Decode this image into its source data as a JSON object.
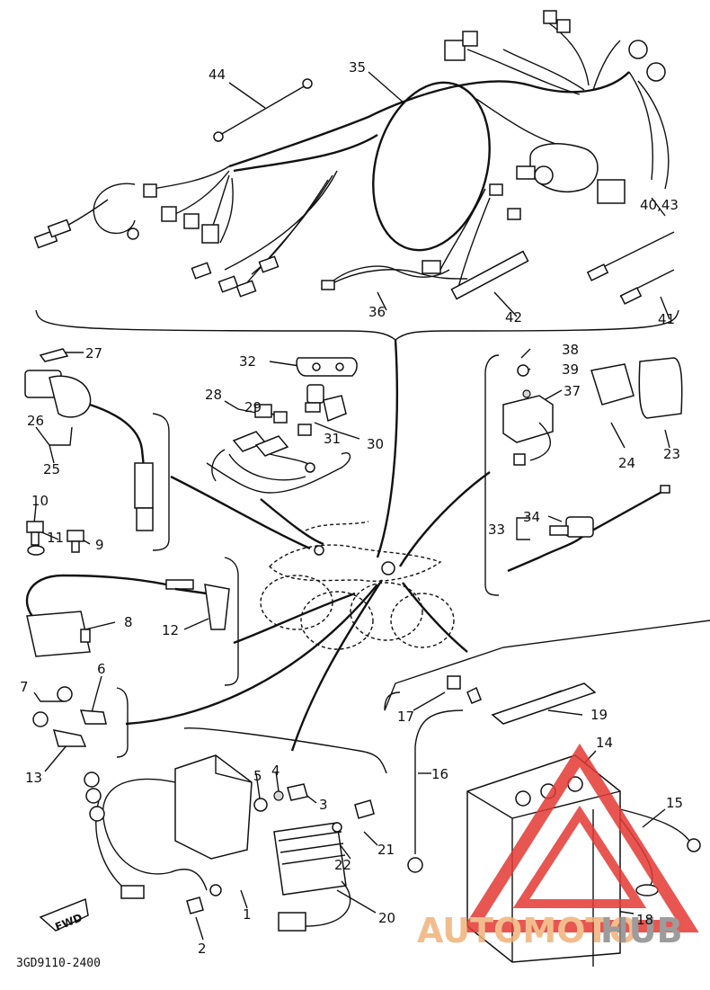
{
  "diagram": {
    "code": "3GD9110-2400",
    "fwd_label": "FWD",
    "watermark": {
      "word_a": "AUTOMOTO",
      "word_b": "HUB",
      "color_a": "#f0b27a",
      "color_b": "#8b8b8b",
      "triangle_color": "#e53935"
    },
    "callouts": {
      "c1": "1",
      "c2": "2",
      "c3": "3",
      "c4": "4",
      "c5": "5",
      "c6": "6",
      "c7": "7",
      "c8": "8",
      "c9": "9",
      "c10": "10",
      "c11": "11",
      "c12": "12",
      "c13": "13",
      "c14": "14",
      "c15": "15",
      "c16": "16",
      "c17": "17",
      "c18": "18",
      "c19": "19",
      "c20": "20",
      "c21": "21",
      "c22": "22",
      "c23": "23",
      "c24": "24",
      "c25": "25",
      "c26": "26",
      "c27": "27",
      "c28": "28",
      "c29": "29",
      "c30": "30",
      "c31": "31",
      "c32": "32",
      "c33": "33",
      "c34": "34",
      "c35": "35",
      "c36": "36",
      "c37": "37",
      "c38": "38",
      "c39": "39",
      "c40_43": "40,43",
      "c41": "41",
      "c42": "42",
      "c44": "44"
    }
  }
}
